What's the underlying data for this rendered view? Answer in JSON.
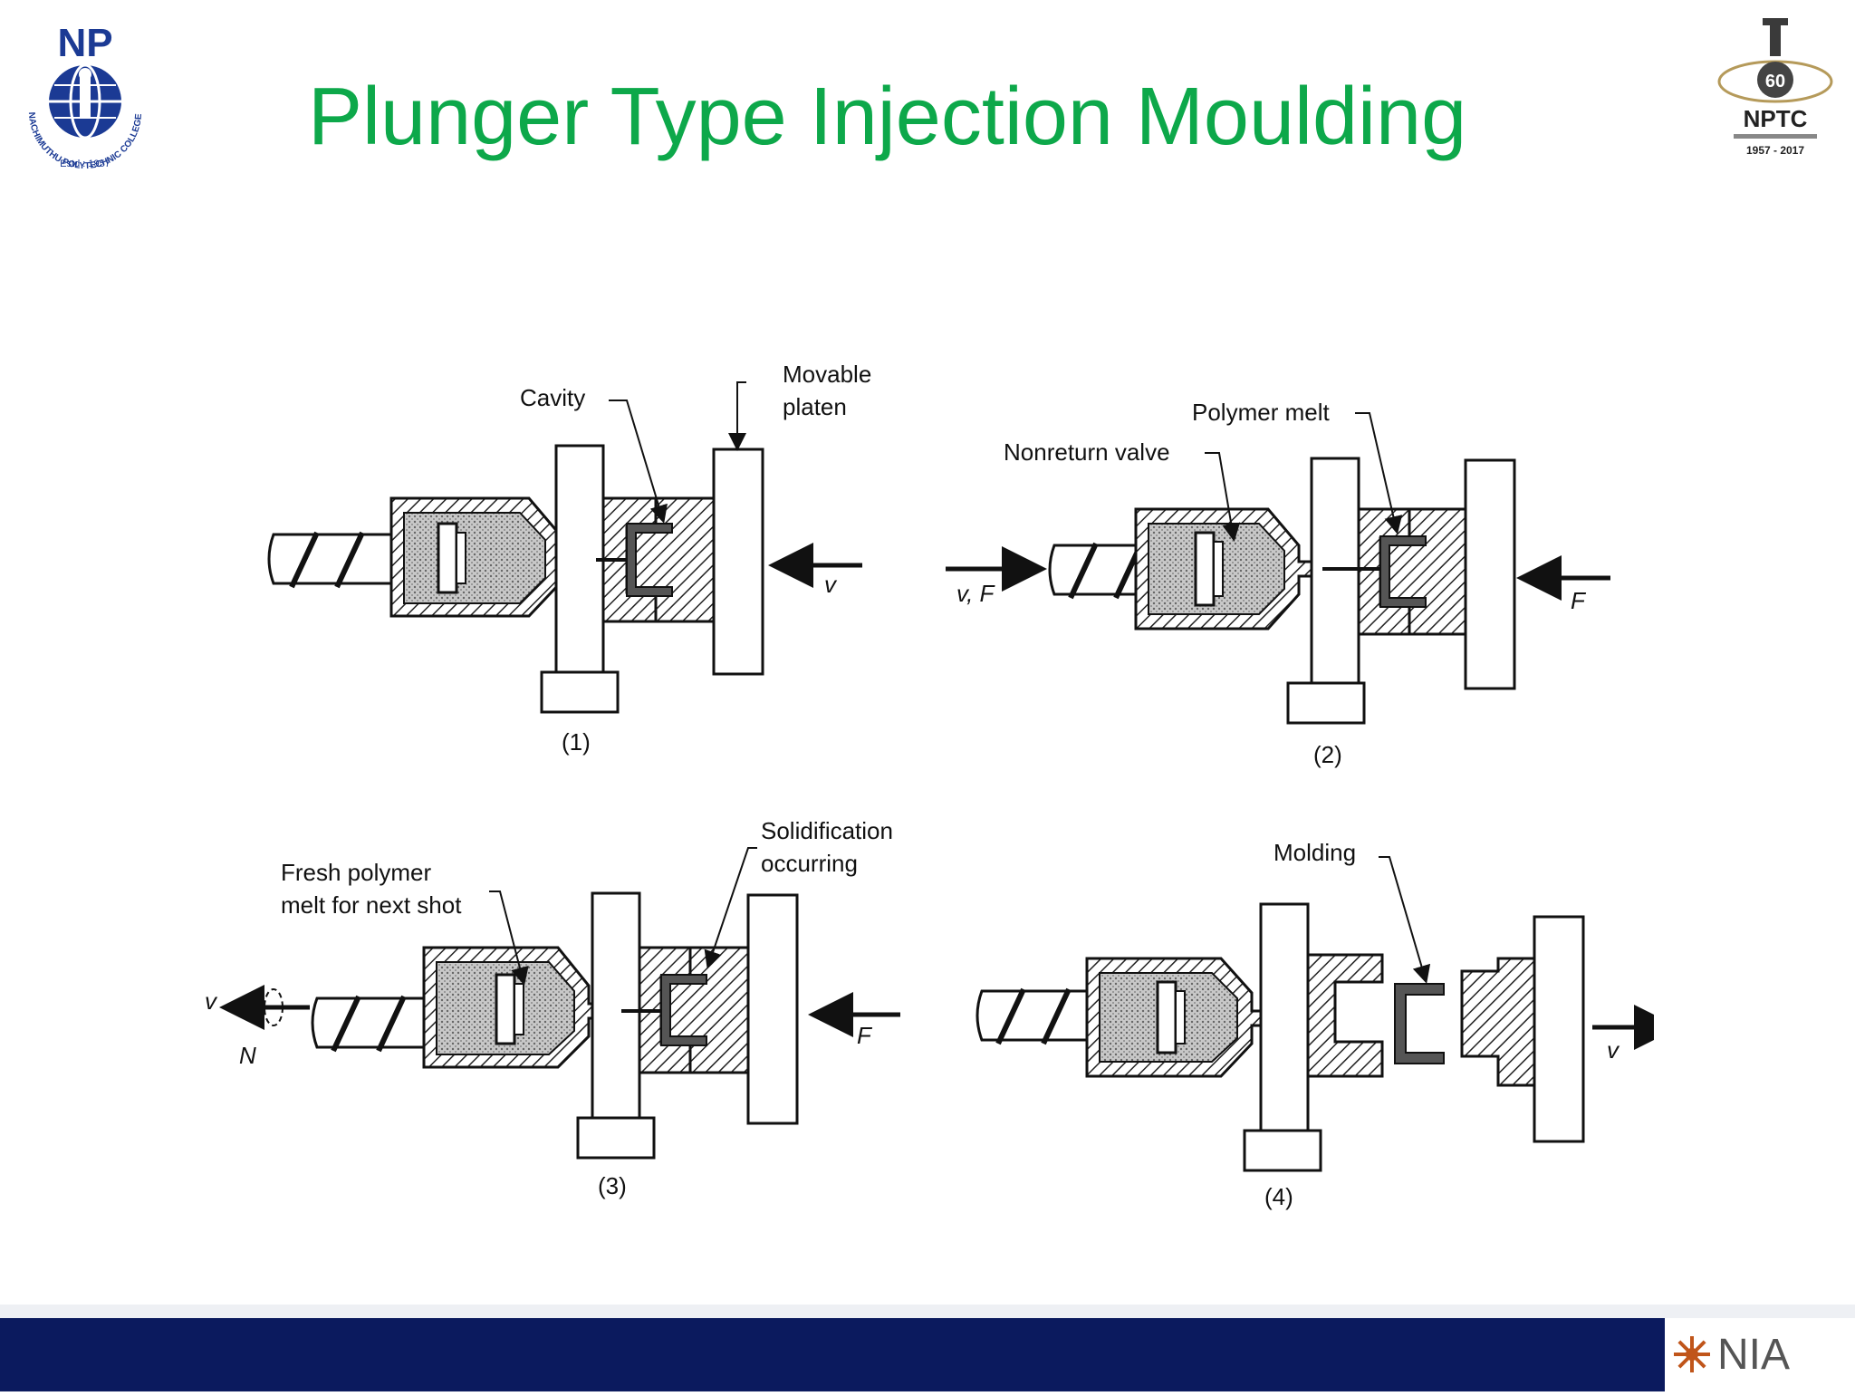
{
  "slide": {
    "title": "Plunger Type Injection Moulding"
  },
  "logos": {
    "left": {
      "initials": "NP",
      "ring_text": "NACHIMUTHU POLYTECHNIC COLLEGE POLLACHI",
      "estd": "Estd : 1957"
    },
    "right": {
      "number": "60",
      "name": "NPTC",
      "years": "1957 - 2017"
    },
    "footer": {
      "name": "NIA"
    }
  },
  "diagram": {
    "stages": [
      {
        "label": "(1)"
      },
      {
        "label": "(2)"
      },
      {
        "label": "(3)"
      },
      {
        "label": "(4)"
      }
    ],
    "labels": {
      "cavity": "Cavity",
      "movable_platen_1": "Movable",
      "movable_platen_2": "platen",
      "polymer_melt": "Polymer melt",
      "nonreturn_valve": "Nonreturn valve",
      "fresh_1": "Fresh polymer",
      "fresh_2": "melt for next shot",
      "solid_1": "Solidification",
      "solid_2": "occurring",
      "molding": "Molding"
    },
    "symbols": {
      "v1": "v",
      "vf": "v, F",
      "f2": "F",
      "v3": "v",
      "n3": "N",
      "f3": "F",
      "v4": "v"
    }
  },
  "colors": {
    "title": "#0da84a",
    "footer": "#0b1a5e",
    "logo_blue": "#1b3a94"
  }
}
